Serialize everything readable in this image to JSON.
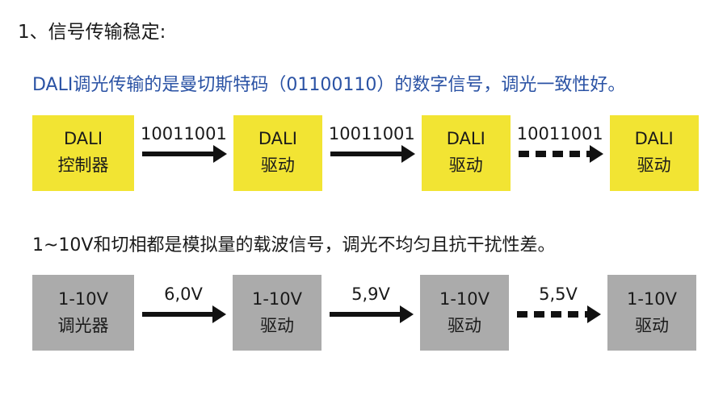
{
  "title": "1、信号传输稳定:",
  "dali": {
    "description": "DALI调光传输的是曼切斯特码（01100110）的数字信号，调光一致性好。",
    "boxes": [
      {
        "line1": "DALI",
        "line2": "控制器"
      },
      {
        "line1": "DALI",
        "line2": "驱动"
      },
      {
        "line1": "DALI",
        "line2": "驱动"
      },
      {
        "line1": "DALI",
        "line2": "驱动"
      }
    ],
    "arrows": [
      {
        "label": "10011001",
        "style": "solid"
      },
      {
        "label": "10011001",
        "style": "solid"
      },
      {
        "label": "10011001",
        "style": "dashed"
      }
    ]
  },
  "analog": {
    "description": "1~10V和切相都是模拟量的载波信号，调光不均匀且抗干扰性差。",
    "boxes": [
      {
        "line1": "1-10V",
        "line2": "调光器"
      },
      {
        "line1": "1-10V",
        "line2": "驱动"
      },
      {
        "line1": "1-10V",
        "line2": "驱动"
      },
      {
        "line1": "1-10V",
        "line2": "驱动"
      }
    ],
    "arrows": [
      {
        "label": "6,0V",
        "style": "solid"
      },
      {
        "label": "5,9V",
        "style": "solid"
      },
      {
        "label": "5,5V",
        "style": "dashed"
      }
    ]
  },
  "colors": {
    "dali_box": "#f2e433",
    "analog_box": "#ababab",
    "accent_text": "#2a52a4",
    "arrow": "#111111",
    "background": "#ffffff"
  }
}
